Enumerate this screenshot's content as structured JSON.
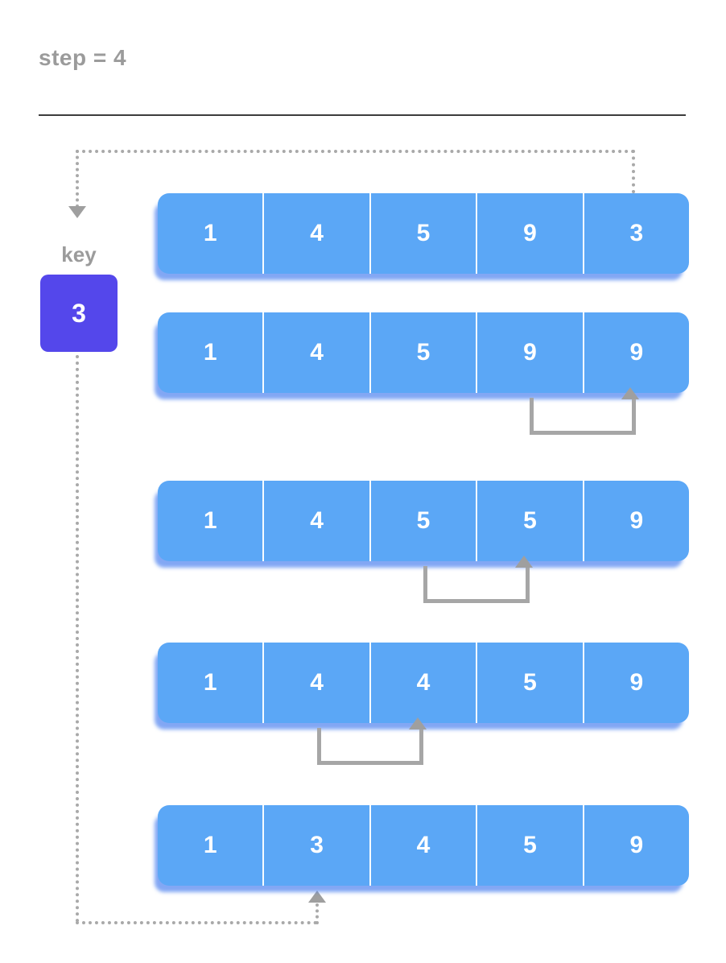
{
  "title": "step = 4",
  "key": {
    "label": "key",
    "value": "3"
  },
  "arrays": [
    {
      "values": [
        "1",
        "4",
        "5",
        "9",
        "3"
      ]
    },
    {
      "values": [
        "1",
        "4",
        "5",
        "9",
        "9"
      ]
    },
    {
      "values": [
        "1",
        "4",
        "5",
        "5",
        "9"
      ]
    },
    {
      "values": [
        "1",
        "4",
        "4",
        "5",
        "9"
      ]
    },
    {
      "values": [
        "1",
        "3",
        "4",
        "5",
        "9"
      ]
    }
  ],
  "annotations": {
    "key_taken_from": {
      "row": 1,
      "index": 4
    },
    "shifts": [
      {
        "row": 2,
        "from_index": 3,
        "to_index": 4
      },
      {
        "row": 3,
        "from_index": 2,
        "to_index": 3
      },
      {
        "row": 4,
        "from_index": 1,
        "to_index": 2
      }
    ],
    "key_inserted_at": {
      "row": 5,
      "index": 1
    }
  },
  "colors": {
    "array_fill": "#5BA7F6",
    "array_shadow": "#4D81F0",
    "key_fill": "#5447EB",
    "muted_gray_text": "#9B9B9B",
    "arrow_gray": "#A6A6A6",
    "divider": "#3C3C3C"
  }
}
